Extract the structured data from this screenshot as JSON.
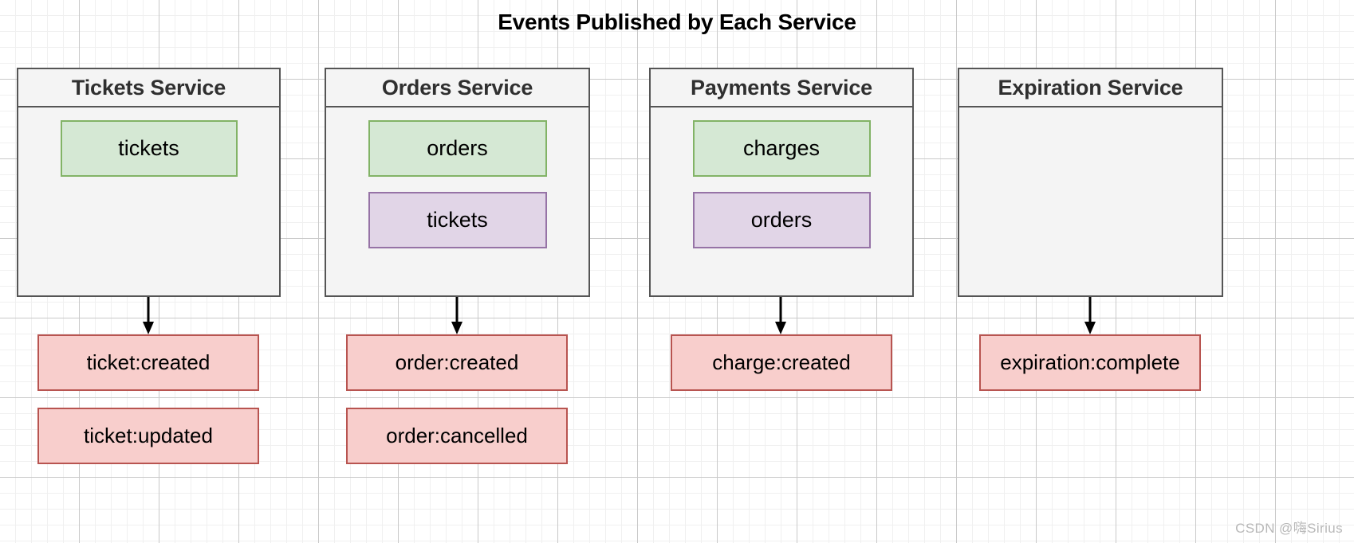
{
  "title": "Events Published by Each Service",
  "watermark": "CSDN @嗨Sirius",
  "colors": {
    "canvas_background": "#ffffff",
    "grid_minor": "#f0f0f0",
    "grid_major": "#c9c9c9",
    "container_fill": "#f4f4f4",
    "container_border": "#555555",
    "header_text": "#2f2f2f",
    "green_fill": "#d5e8d4",
    "green_border": "#82b366",
    "purple_fill": "#e1d5e7",
    "purple_border": "#9673a6",
    "pink_fill": "#f8cecc",
    "pink_border": "#b85450",
    "arrow": "#000000"
  },
  "columns": [
    {
      "id": "tickets",
      "title": "Tickets Service",
      "chips": [
        {
          "label": "tickets",
          "kind": "green"
        }
      ],
      "events": [
        {
          "label": "ticket:created"
        },
        {
          "label": "ticket:updated"
        }
      ]
    },
    {
      "id": "orders",
      "title": "Orders Service",
      "chips": [
        {
          "label": "orders",
          "kind": "green"
        },
        {
          "label": "tickets",
          "kind": "purple"
        }
      ],
      "events": [
        {
          "label": "order:created"
        },
        {
          "label": "order:cancelled"
        }
      ]
    },
    {
      "id": "payments",
      "title": "Payments Service",
      "chips": [
        {
          "label": "charges",
          "kind": "green"
        },
        {
          "label": "orders",
          "kind": "purple"
        }
      ],
      "events": [
        {
          "label": "charge:created"
        }
      ]
    },
    {
      "id": "expiration",
      "title": "Expiration Service",
      "chips": [],
      "events": [
        {
          "label": "expiration:complete"
        }
      ]
    }
  ]
}
